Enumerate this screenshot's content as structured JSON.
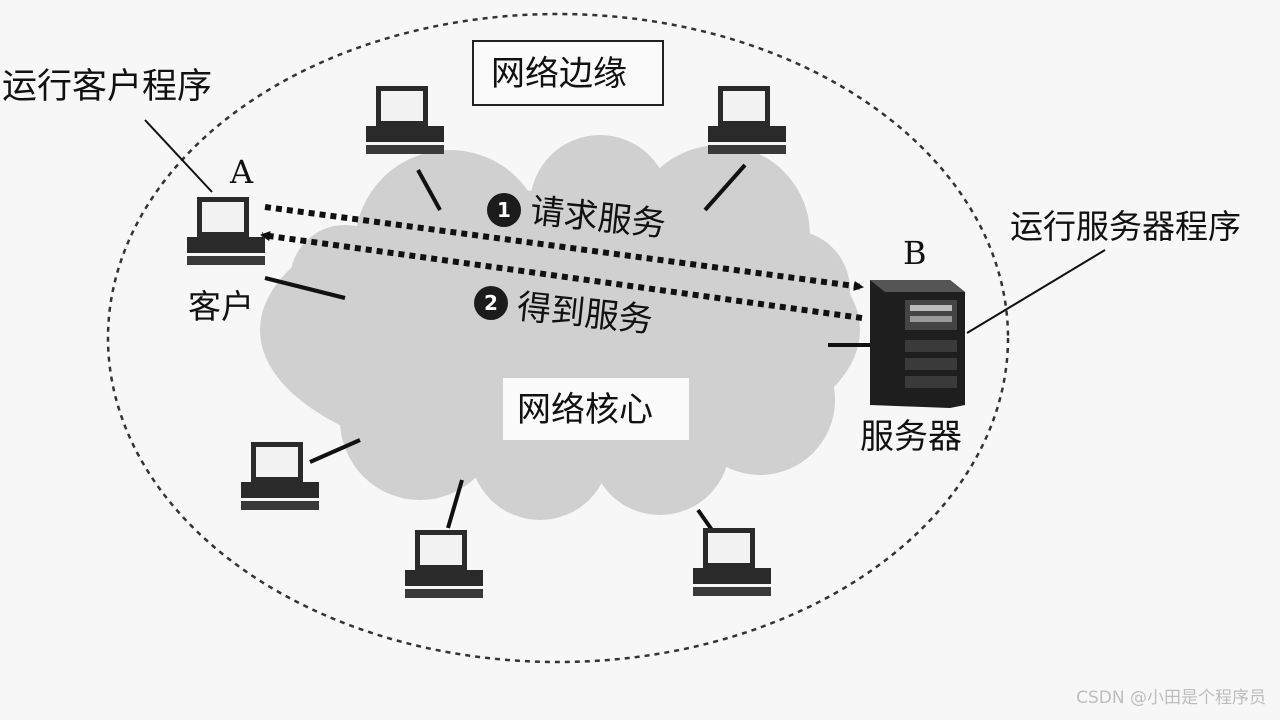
{
  "edge_label": "网络边缘",
  "core_label": "网络核心",
  "client": {
    "caption": "运行客户程序",
    "letter": "A",
    "name": "客户"
  },
  "server": {
    "caption": "运行服务器程序",
    "letter": "B",
    "name": "服务器"
  },
  "steps": [
    {
      "num": "1",
      "label": "请求服务"
    },
    {
      "num": "2",
      "label": "得到服务"
    }
  ],
  "watermark": "CSDN @小田是个程序员"
}
